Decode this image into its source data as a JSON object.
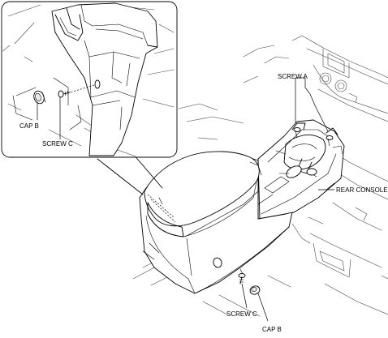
{
  "labels": {
    "screw_a": "SCREW A",
    "rear_console": "REAR CONSOLE",
    "screw_c_main": "SCREW C",
    "cap_b_main": "CAP B",
    "cap_b_detail": "CAP B",
    "screw_c_detail": "SCREW C"
  }
}
